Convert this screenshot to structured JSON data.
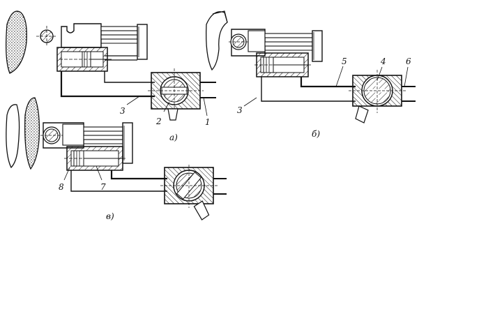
{
  "figure": {
    "panels": [
      {
        "id": "a",
        "caption": "а)",
        "callouts": [
          "3",
          "2",
          "1"
        ]
      },
      {
        "id": "b",
        "caption": "б)",
        "callouts": [
          "5",
          "4",
          "6",
          "3"
        ]
      },
      {
        "id": "v",
        "caption": "в)",
        "callouts": [
          "8",
          "7"
        ]
      }
    ]
  },
  "colors": {
    "ink": "#111111",
    "background": "#ffffff",
    "hatch": "#111111"
  }
}
